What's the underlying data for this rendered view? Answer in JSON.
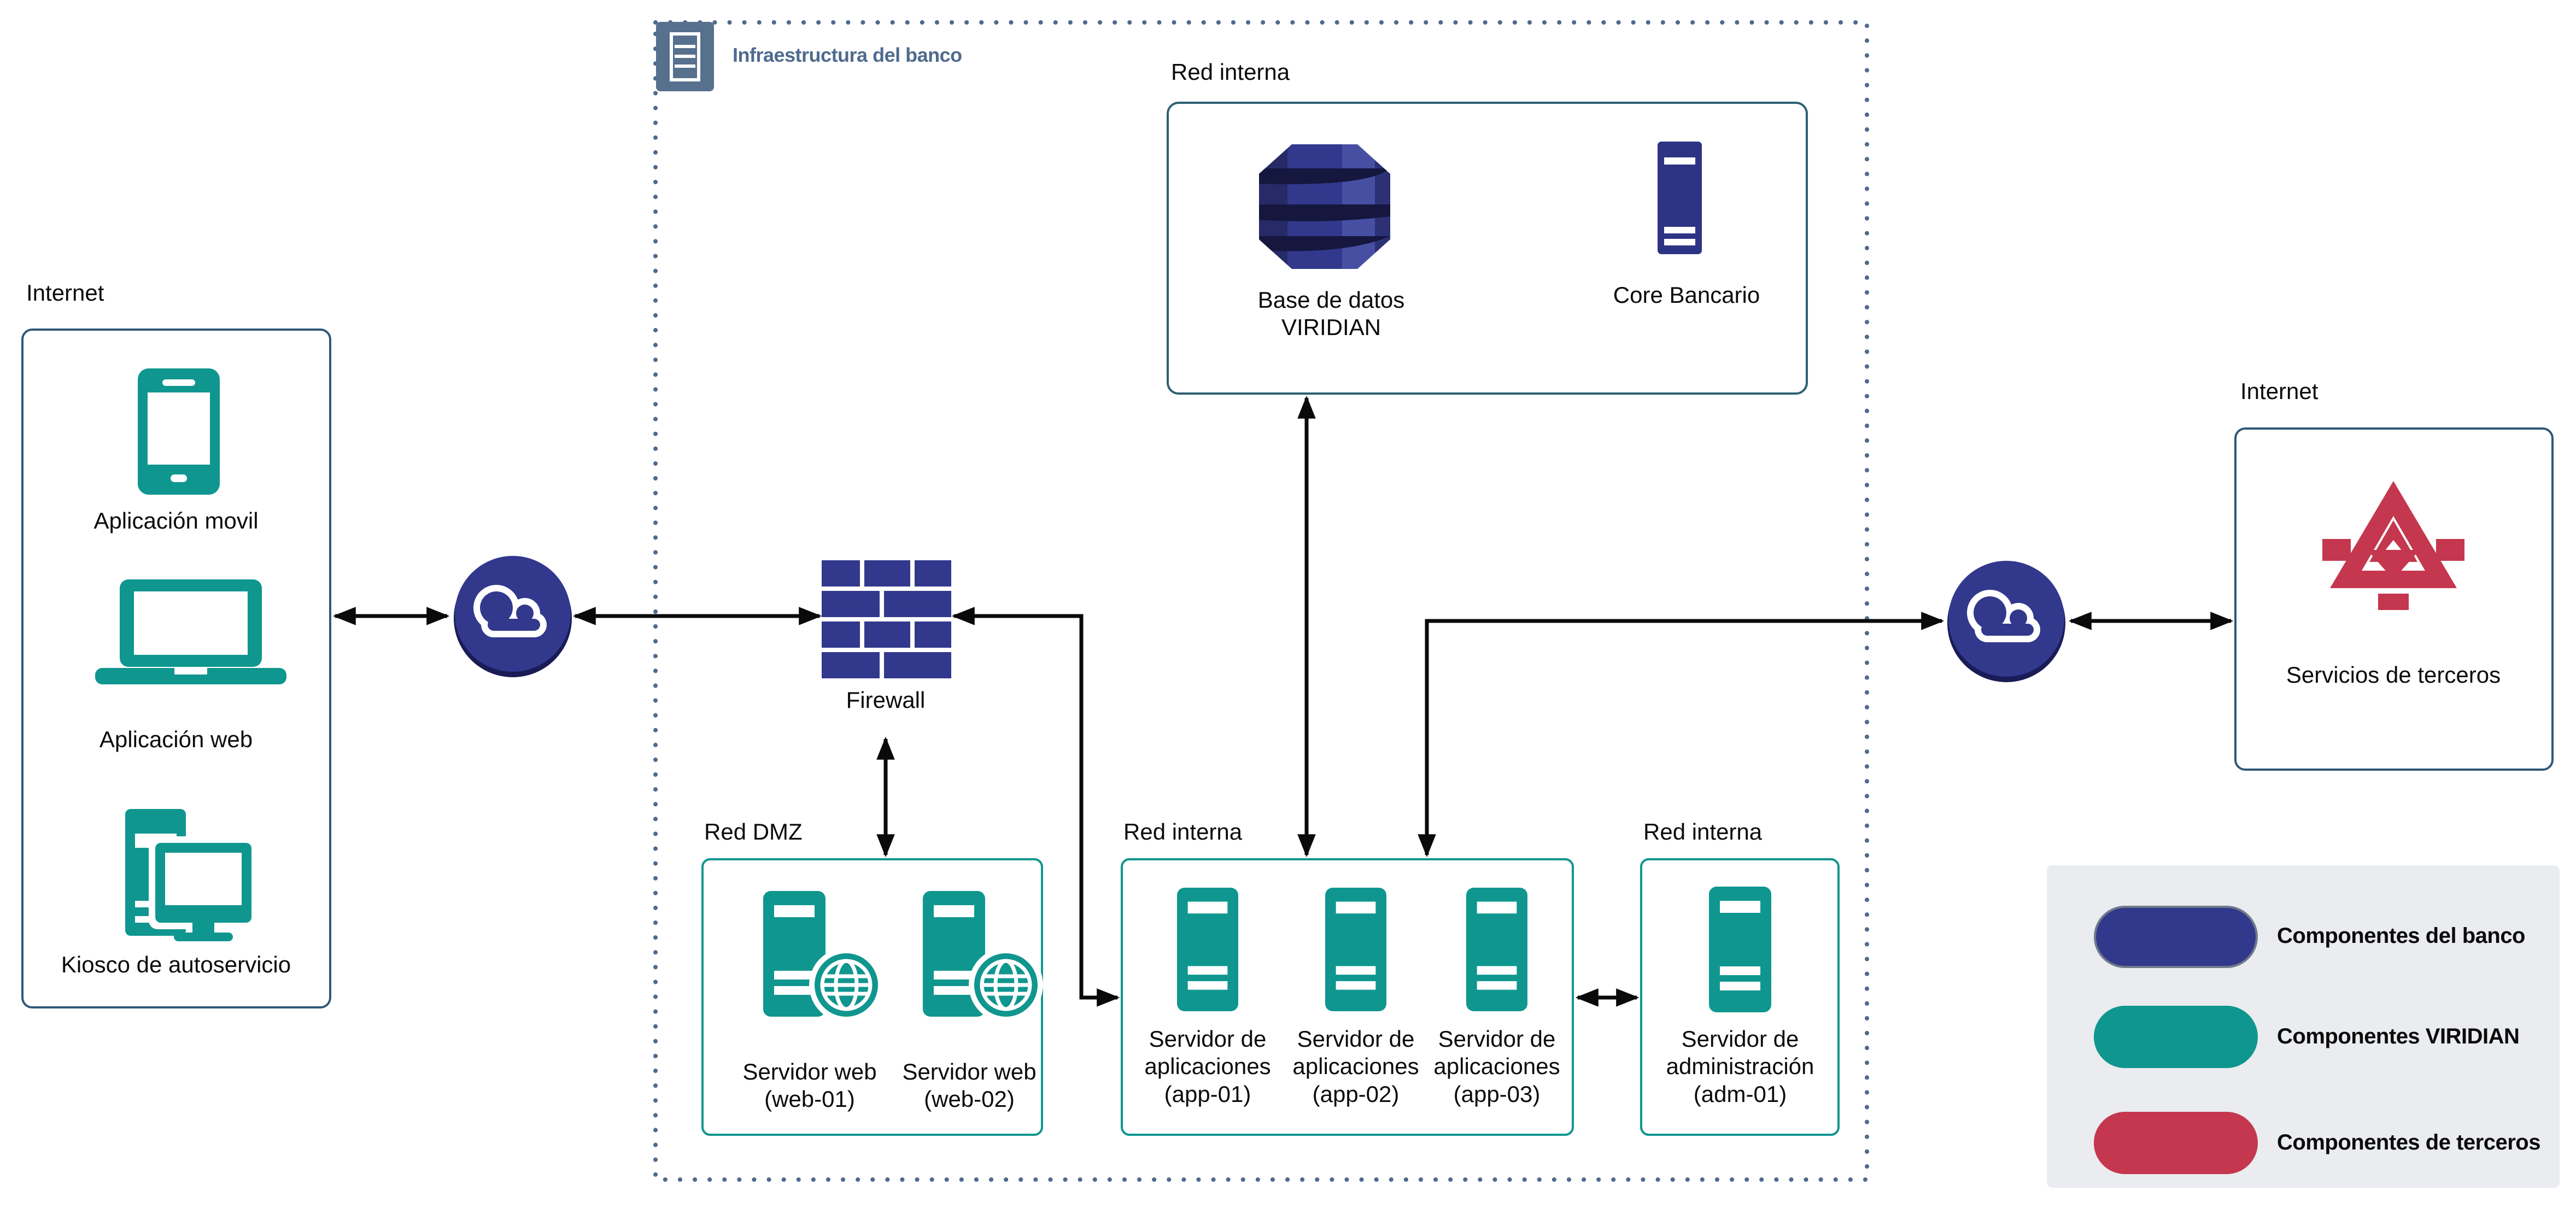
{
  "colors": {
    "viridian_teal": "#0F968F",
    "bank_navy": "#32388C",
    "third_party_red": "#C4374E",
    "internet_box_border": "#2E587A",
    "internal_box_border": "#2D5F73",
    "teal_box_border": "#0F968F",
    "dotted_border": "#4E6A8E",
    "infra_label_text": "#4F6A8E",
    "legend_background": "#EAECEF",
    "arrow_black": "#0A0A0A"
  },
  "zones": {
    "internet_left": {
      "title": "Internet"
    },
    "infra": {
      "title": "Infraestructura del banco"
    },
    "red_interna_top": {
      "title": "Red interna"
    },
    "dmz": {
      "title": "Red DMZ"
    },
    "red_interna_apps": {
      "title": "Red interna"
    },
    "red_interna_adm": {
      "title": "Red interna"
    },
    "internet_right": {
      "title": "Internet"
    }
  },
  "nodes": {
    "mobile_app": {
      "label": "Aplicación movil"
    },
    "web_app": {
      "label": "Aplicación web"
    },
    "kiosk": {
      "label": "Kiosco de autoservicio"
    },
    "firewall": {
      "label": "Firewall"
    },
    "database": {
      "label": "Base de datos\nVIRIDIAN"
    },
    "core": {
      "label": "Core Bancario"
    },
    "web01": {
      "label": "Servidor web\n(web-01)"
    },
    "web02": {
      "label": "Servidor web\n(web-02)"
    },
    "app01": {
      "label": "Servidor de\naplicaciones\n(app-01)"
    },
    "app02": {
      "label": "Servidor de\naplicaciones\n(app-02)"
    },
    "app03": {
      "label": "Servidor de\naplicaciones\n(app-03)"
    },
    "adm01": {
      "label": "Servidor de\nadministración\n(adm-01)"
    },
    "third_party": {
      "label": "Servicios de terceros"
    }
  },
  "legend": {
    "items": [
      {
        "label": "Componentes del banco",
        "color": "#32388C",
        "border": "#6E7A8A"
      },
      {
        "label": "Componentes VIRIDIAN",
        "color": "#0F968F"
      },
      {
        "label": "Componentes de terceros",
        "color": "#C4374E"
      }
    ]
  }
}
